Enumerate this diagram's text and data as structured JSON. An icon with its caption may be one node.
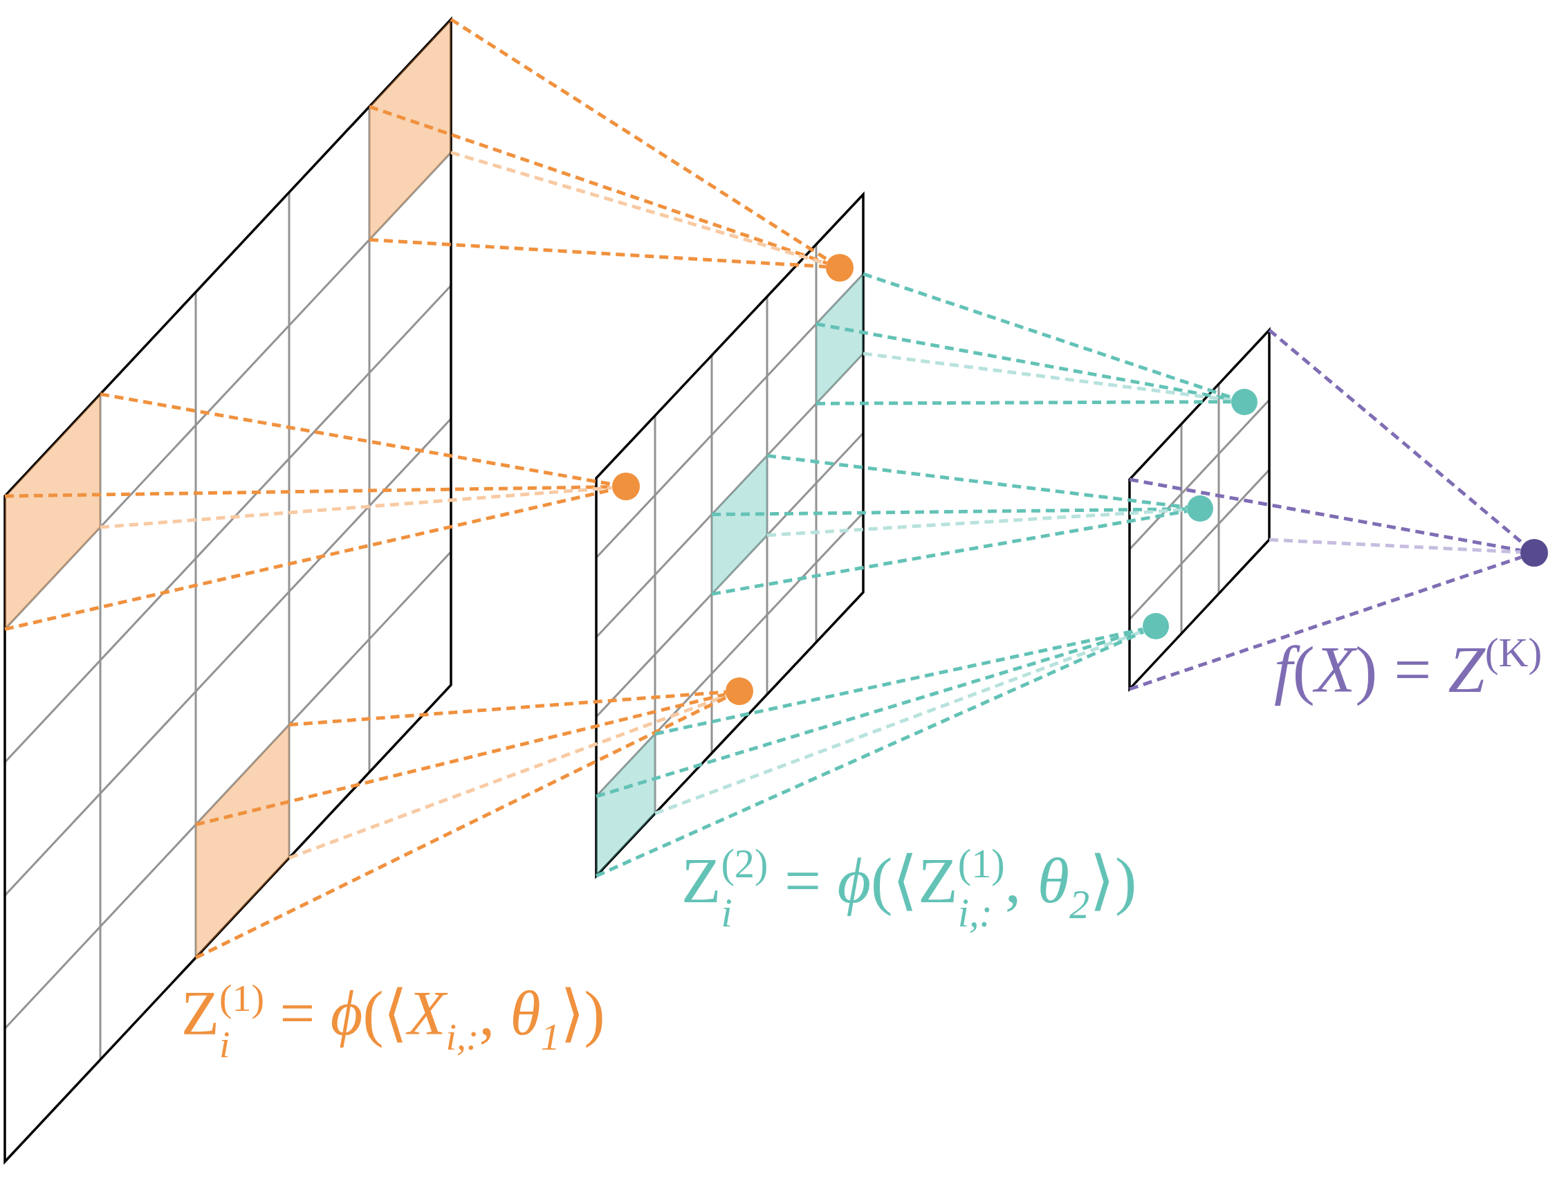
{
  "diagram": {
    "nodes": [
      {
        "text": [],
        "shape": "grid"
      },
      {
        "text": [],
        "shape": "parallelogram",
        "in": 0
      },
      {
        "text": [],
        "shape": "parallelogram",
        "in": 0
      },
      {
        "text": [],
        "shape": "parallelogram",
        "in": 0
      },
      {
        "text": [],
        "shape": "grid"
      },
      {
        "text": [],
        "shape": "circle",
        "in": 4
      },
      {
        "text": [],
        "shape": "parallelogram",
        "in": 4
      },
      {
        "text": [],
        "shape": "circle",
        "in": 4
      },
      {
        "text": [],
        "shape": "parallelogram",
        "in": 4
      },
      {
        "text": [],
        "shape": "circle",
        "in": 4
      },
      {
        "text": [],
        "shape": "parallelogram",
        "in": 4
      },
      {
        "text": [],
        "shape": "grid"
      },
      {
        "text": [],
        "shape": "circle",
        "in": 11
      },
      {
        "text": [],
        "shape": "circle",
        "in": 11
      },
      {
        "text": [],
        "shape": "circle",
        "in": 11
      },
      {
        "text": [],
        "shape": "circle"
      }
    ],
    "edges": [
      {
        "from": 1,
        "to": 5,
        "arrow": "none",
        "style": "dashed",
        "color": "#f0913e"
      },
      {
        "from": 1,
        "to": 5,
        "arrow": "none",
        "style": "dashed",
        "color": "#f0913e"
      },
      {
        "from": 1,
        "to": 5,
        "arrow": "none",
        "style": "dashed",
        "color": "#f8caa3"
      },
      {
        "from": 1,
        "to": 5,
        "arrow": "none",
        "style": "dashed",
        "color": "#f0913e"
      },
      {
        "from": 2,
        "to": 7,
        "arrow": "none",
        "style": "dashed",
        "color": "#f0913e"
      },
      {
        "from": 2,
        "to": 7,
        "arrow": "none",
        "style": "dashed",
        "color": "#f0913e"
      },
      {
        "from": 2,
        "to": 7,
        "arrow": "none",
        "style": "dashed",
        "color": "#f8caa3"
      },
      {
        "from": 2,
        "to": 7,
        "arrow": "none",
        "style": "dashed",
        "color": "#f0913e"
      },
      {
        "from": 3,
        "to": 9,
        "arrow": "none",
        "style": "dashed",
        "color": "#f0913e"
      },
      {
        "from": 3,
        "to": 9,
        "arrow": "none",
        "style": "dashed",
        "color": "#f0913e"
      },
      {
        "from": 3,
        "to": 9,
        "arrow": "none",
        "style": "dashed",
        "color": "#f8caa3"
      },
      {
        "from": 3,
        "to": 9,
        "arrow": "none",
        "style": "dashed",
        "color": "#f0913e"
      },
      {
        "from": 6,
        "to": 12,
        "arrow": "none",
        "style": "dashed",
        "color": "#63c2b6"
      },
      {
        "from": 6,
        "to": 12,
        "arrow": "none",
        "style": "dashed",
        "color": "#63c2b6"
      },
      {
        "from": 6,
        "to": 12,
        "arrow": "none",
        "style": "dashed",
        "color": "#b8e2dd"
      },
      {
        "from": 6,
        "to": 12,
        "arrow": "none",
        "style": "dashed",
        "color": "#63c2b6"
      },
      {
        "from": 8,
        "to": 13,
        "arrow": "none",
        "style": "dashed",
        "color": "#63c2b6"
      },
      {
        "from": 8,
        "to": 13,
        "arrow": "none",
        "style": "dashed",
        "color": "#63c2b6"
      },
      {
        "from": 8,
        "to": 13,
        "arrow": "none",
        "style": "dashed",
        "color": "#b8e2dd"
      },
      {
        "from": 8,
        "to": 13,
        "arrow": "none",
        "style": "dashed",
        "color": "#63c2b6"
      },
      {
        "from": 10,
        "to": 14,
        "arrow": "none",
        "style": "dashed",
        "color": "#63c2b6"
      },
      {
        "from": 10,
        "to": 14,
        "arrow": "none",
        "style": "dashed",
        "color": "#63c2b6"
      },
      {
        "from": 10,
        "to": 14,
        "arrow": "none",
        "style": "dashed",
        "color": "#b8e2dd"
      },
      {
        "from": 10,
        "to": 14,
        "arrow": "none",
        "style": "dashed",
        "color": "#63c2b6"
      },
      {
        "from": 11,
        "to": 15,
        "arrow": "none",
        "style": "dashed",
        "color": "#7f6db4"
      },
      {
        "from": 11,
        "to": 15,
        "arrow": "none",
        "style": "dashed",
        "color": "#7f6db4"
      },
      {
        "from": 11,
        "to": 15,
        "arrow": "none",
        "style": "dashed",
        "color": "#c6bde0"
      },
      {
        "from": 11,
        "to": 15,
        "arrow": "none",
        "style": "dashed",
        "color": "#7f6db4"
      }
    ],
    "labels": [
      "Z$_{i}$$^{(1)}$ = *ϕ*(⟨*X*$_{i,:}$, *θ*$_{1}$⟩)",
      "Z$_{i}$$^{(2)}$ = *ϕ*(⟨Z$_{i,:}$$^{(1)}$, *θ*$_{2}$⟩)",
      "*f*(*X*) = *Z*$^{(K)}$"
    ]
  }
}
